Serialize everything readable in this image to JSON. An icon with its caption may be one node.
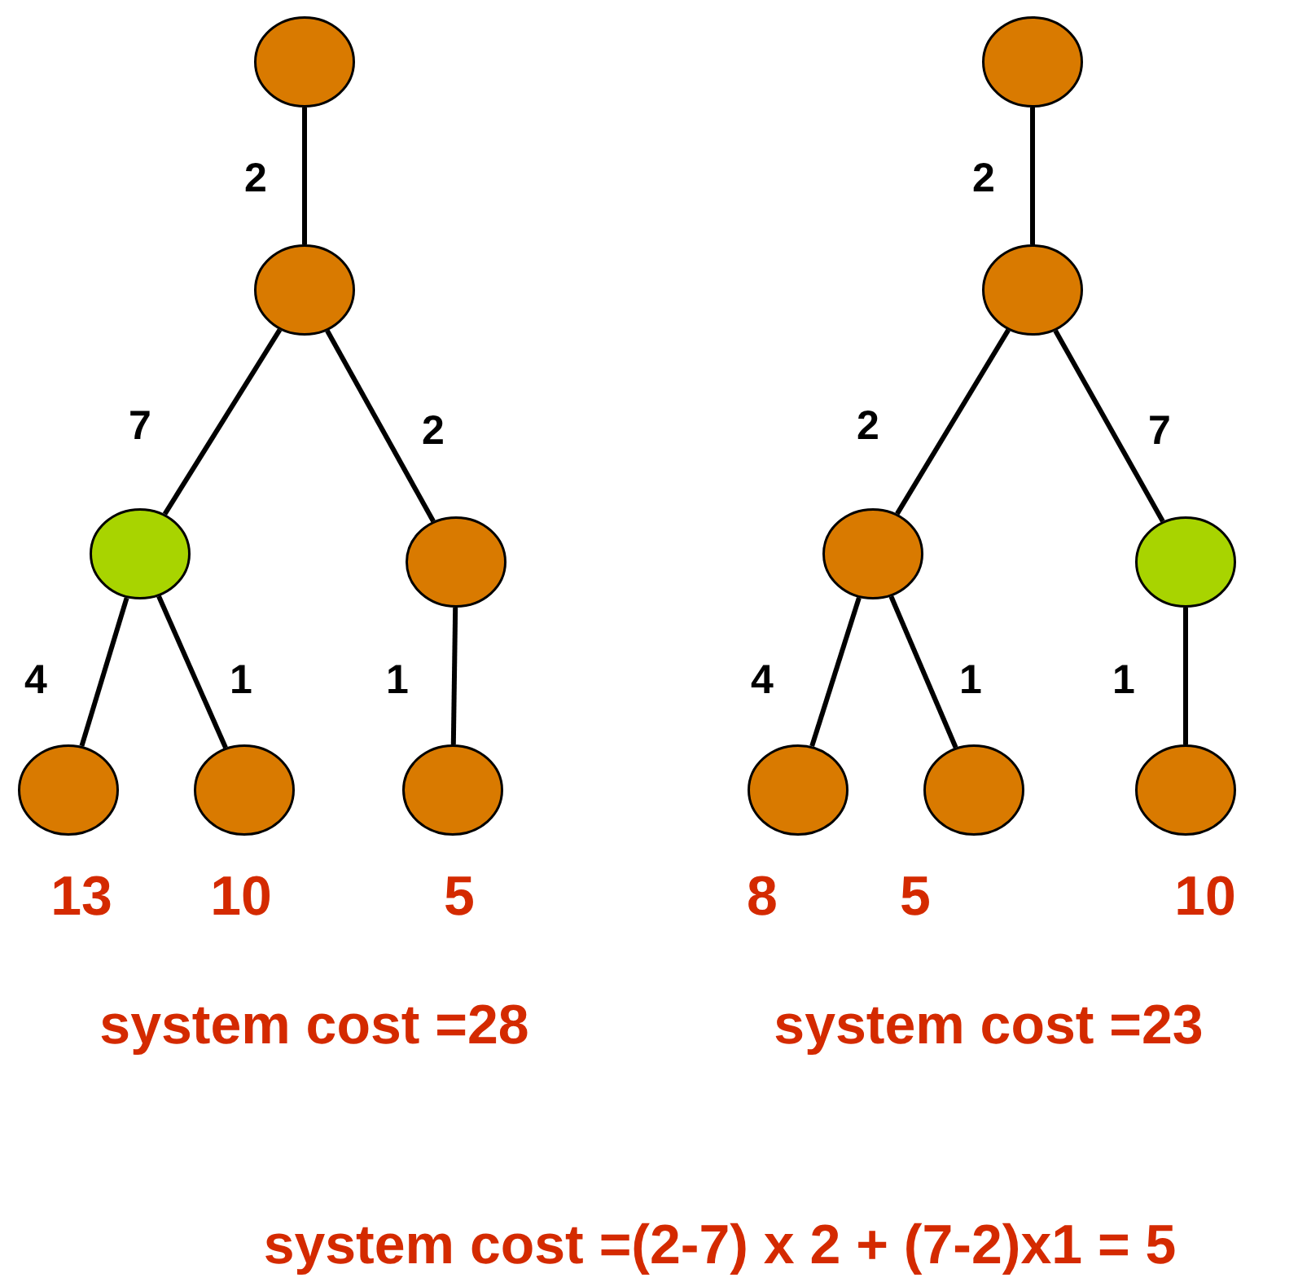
{
  "diagram": {
    "nodes": [
      {
        "text": [],
        "shape": "circle"
      },
      {
        "text": [],
        "shape": "circle"
      },
      {
        "text": [],
        "shape": "circle"
      },
      {
        "text": [],
        "shape": "circle"
      },
      {
        "text": [],
        "shape": "circle",
        "beside": [
          "13"
        ]
      },
      {
        "text": [],
        "shape": "circle",
        "beside": [
          "10"
        ]
      },
      {
        "text": [],
        "shape": "circle",
        "beside": [
          "5"
        ]
      },
      {
        "text": [],
        "shape": "circle"
      },
      {
        "text": [],
        "shape": "circle"
      },
      {
        "text": [],
        "shape": "circle"
      },
      {
        "text": [],
        "shape": "circle"
      },
      {
        "text": [],
        "shape": "circle",
        "beside": [
          "8"
        ]
      },
      {
        "text": [],
        "shape": "circle",
        "beside": [
          "5"
        ]
      },
      {
        "text": [],
        "shape": "circle",
        "beside": [
          "10"
        ]
      }
    ],
    "edges": [
      {
        "from": 0,
        "to": 1,
        "arrow": "none",
        "label": "2"
      },
      {
        "from": 1,
        "to": 2,
        "arrow": "none",
        "label": "7"
      },
      {
        "from": 1,
        "to": 3,
        "arrow": "none",
        "label": "2"
      },
      {
        "from": 2,
        "to": 4,
        "arrow": "none",
        "label": "4"
      },
      {
        "from": 2,
        "to": 5,
        "arrow": "none",
        "label": "1"
      },
      {
        "from": 3,
        "to": 6,
        "arrow": "none",
        "label": "1"
      },
      {
        "from": 7,
        "to": 8,
        "arrow": "none",
        "label": "2"
      },
      {
        "from": 8,
        "to": 9,
        "arrow": "none",
        "label": "2"
      },
      {
        "from": 8,
        "to": 10,
        "arrow": "none",
        "label": "7"
      },
      {
        "from": 9,
        "to": 11,
        "arrow": "none",
        "label": "4"
      },
      {
        "from": 9,
        "to": 12,
        "arrow": "none",
        "label": "1"
      },
      {
        "from": 10,
        "to": 13,
        "arrow": "none",
        "label": "1"
      }
    ],
    "labels": [
      "system cost =28",
      "system cost =23",
      "system cost =(2-7) x 2 + (7-2)x1 = 5"
    ]
  }
}
